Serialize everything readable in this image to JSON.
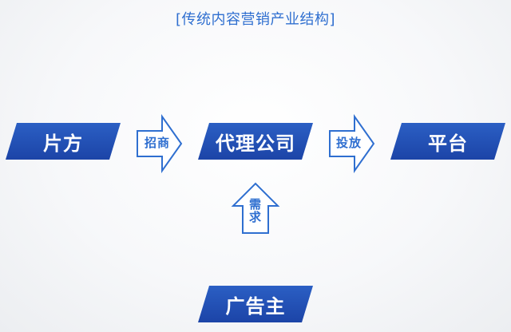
{
  "title": "[传统内容营销产业结构]",
  "nodes": {
    "producer": "片方",
    "agency": "代理公司",
    "platform": "平台",
    "advertiser": "广告主"
  },
  "arrows": {
    "recruit": "招商",
    "placement": "投放",
    "demand": "需求"
  },
  "colors": {
    "node_fill": "#1f4db3",
    "accent": "#2f6fd0",
    "background": "#f4f5f7"
  }
}
